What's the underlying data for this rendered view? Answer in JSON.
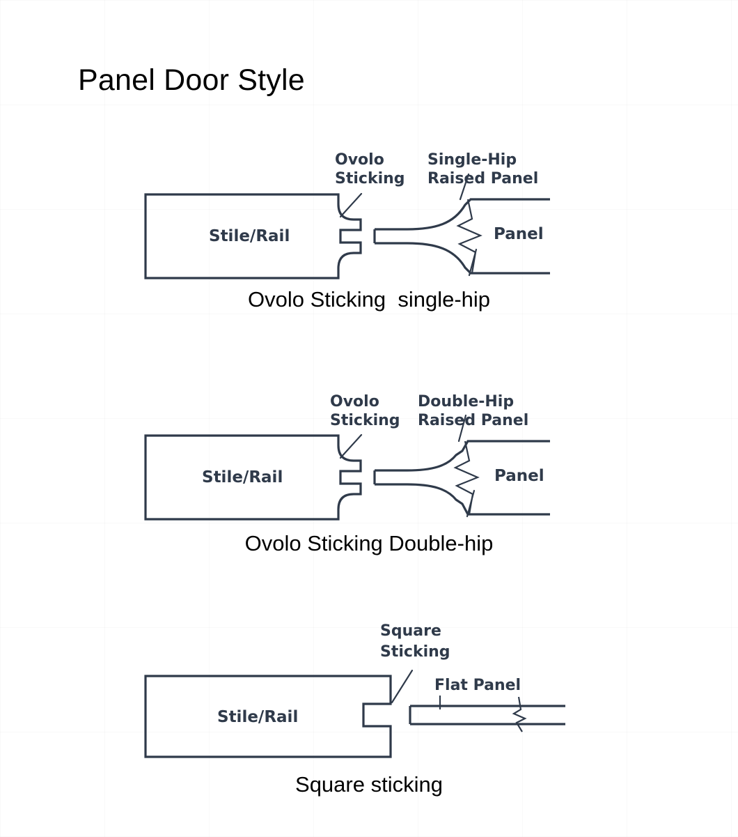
{
  "page": {
    "title": "Panel Door Style",
    "background_color": "#ffffff",
    "line_color": "#2f3a4a",
    "title_color": "#000000"
  },
  "figures": [
    {
      "id": "figure-1",
      "caption": "Ovolo Sticking  single-hip",
      "sticking_type": "ovolo",
      "panel_type": "single-hip-raised",
      "labels": {
        "sticking_line1": "Ovolo",
        "sticking_line2": "Sticking",
        "panel_line1": "Single-Hip",
        "panel_line2": "Raised Panel",
        "stile": "Stile/Rail",
        "panel": "Panel"
      }
    },
    {
      "id": "figure-2",
      "caption": "Ovolo Sticking Double-hip",
      "sticking_type": "ovolo",
      "panel_type": "double-hip-raised",
      "labels": {
        "sticking_line1": "Ovolo",
        "sticking_line2": "Sticking",
        "panel_line1": "Double-Hip",
        "panel_line2": "Raised Panel",
        "stile": "Stile/Rail",
        "panel": "Panel"
      }
    },
    {
      "id": "figure-3",
      "caption": "Square sticking",
      "sticking_type": "square",
      "panel_type": "flat",
      "labels": {
        "sticking_line1": "Square",
        "sticking_line2": "Sticking",
        "panel_line1": "Flat Panel",
        "panel_line2": "",
        "stile": "Stile/Rail",
        "panel": ""
      }
    }
  ]
}
